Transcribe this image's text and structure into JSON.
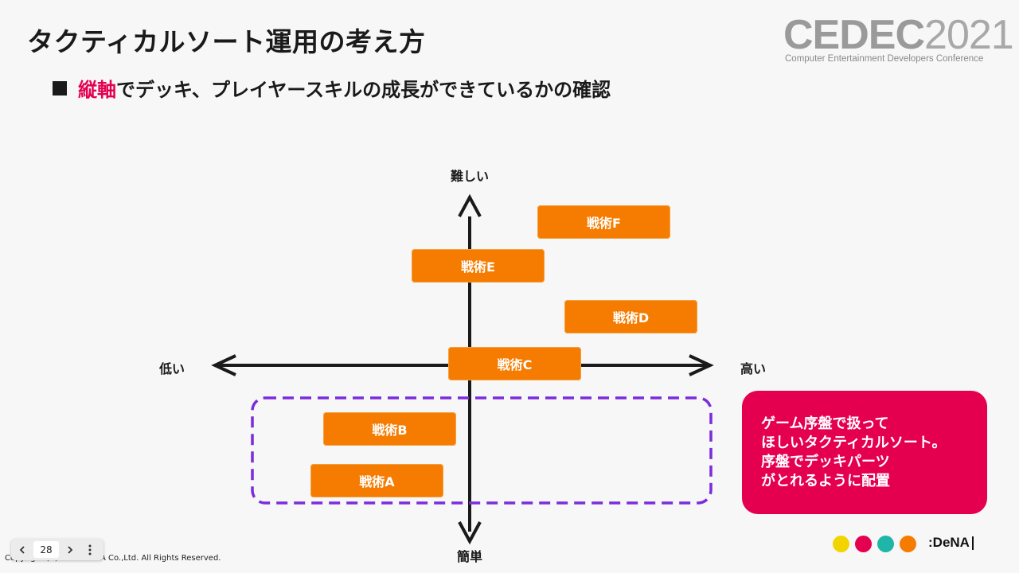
{
  "slide": {
    "title": "タクティカルソート運用の考え方",
    "bullet_accent": "縦軸",
    "bullet_rest": "でデッキ、プレイヤースキルの成長ができているかの確認"
  },
  "logo": {
    "word_bold": "CEDEC",
    "word_thin": "2021",
    "subtitle": "Computer Entertainment Developers Conference"
  },
  "axes": {
    "top": "難しい",
    "bottom": "簡単",
    "left": "低い",
    "right": "高い"
  },
  "tactics": {
    "a": "戦術A",
    "b": "戦術B",
    "c": "戦術C",
    "d": "戦術D",
    "e": "戦術E",
    "f": "戦術F"
  },
  "callout": {
    "lines": [
      "ゲーム序盤で扱って",
      "ほしいタクティカルソート。",
      "序盤でデッキパーツ",
      "がとれるように配置"
    ]
  },
  "footer": {
    "copyright": "Copyright (C) 2021 DeNA Co.,Ltd. All Rights Reserved.",
    "page_number": "28",
    "brand": ":DeNA"
  },
  "colors": {
    "accent_red": "#e5004f",
    "tactic_orange": "#f57c00",
    "dash_purple": "#7b2cdc",
    "dot_yellow": "#f2d500",
    "dot_red": "#e5004f",
    "dot_teal": "#1fb5a8",
    "dot_orange": "#f57c00"
  },
  "icons": {
    "prev": "chevron-left-icon",
    "next": "chevron-right-icon",
    "more": "more-vertical-icon"
  }
}
